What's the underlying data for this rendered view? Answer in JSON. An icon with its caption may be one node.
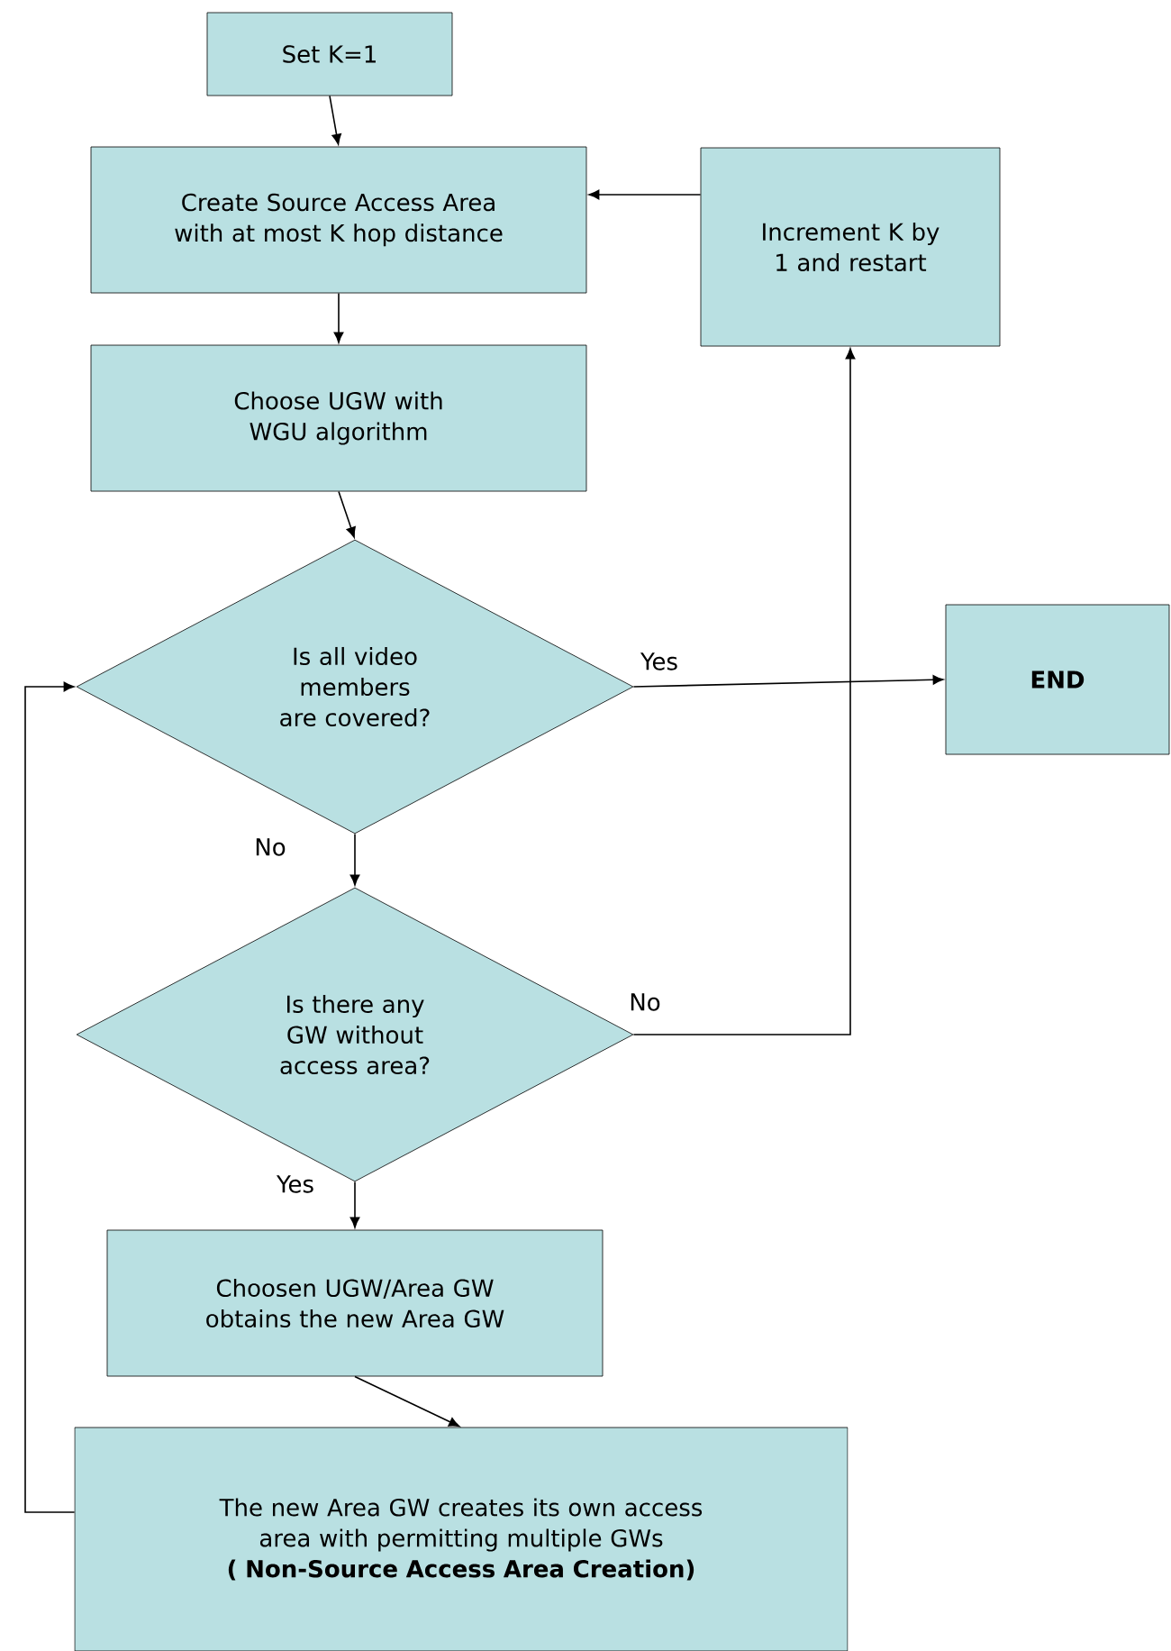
{
  "diagram": {
    "nodes": [
      {
        "text": [
          "Set K=1"
        ]
      },
      {
        "text": [
          "Create Source Access Area with at most K hop distance"
        ]
      },
      {
        "text": [
          "Increment K by 1 and restart"
        ]
      },
      {
        "text": [
          "Choose UGW with WGU algorithm"
        ]
      },
      {
        "text": [
          "Is all video members are covered?"
        ]
      },
      {
        "text": [
          "END"
        ]
      },
      {
        "text": [
          "Is there any GW without access area?"
        ]
      },
      {
        "text": [
          "Choosen UGW/Area GW obtains the new Area GW"
        ]
      },
      {
        "text": [
          "The new Area GW creates its own access area with permitting multiple GWs",
          "( Non-Source Access Area Creation)"
        ]
      }
    ],
    "edges": [
      {
        "from": 0,
        "to": 1,
        "arrow": "to"
      },
      {
        "from": 1,
        "to": 3,
        "arrow": "to"
      },
      {
        "from": 3,
        "to": 4,
        "arrow": "to"
      },
      {
        "from": 4,
        "to": 5,
        "arrow": "to",
        "label": "Yes"
      },
      {
        "from": 4,
        "to": 6,
        "arrow": "to",
        "label": "No"
      },
      {
        "from": 6,
        "to": 2,
        "arrow": "to",
        "label": "No"
      },
      {
        "from": 2,
        "to": 1,
        "arrow": "to"
      },
      {
        "from": 6,
        "to": 7,
        "arrow": "to",
        "label": "Yes"
      },
      {
        "from": 7,
        "to": 8,
        "arrow": "to"
      },
      {
        "from": 8,
        "to": 4,
        "arrow": "to"
      }
    ]
  }
}
